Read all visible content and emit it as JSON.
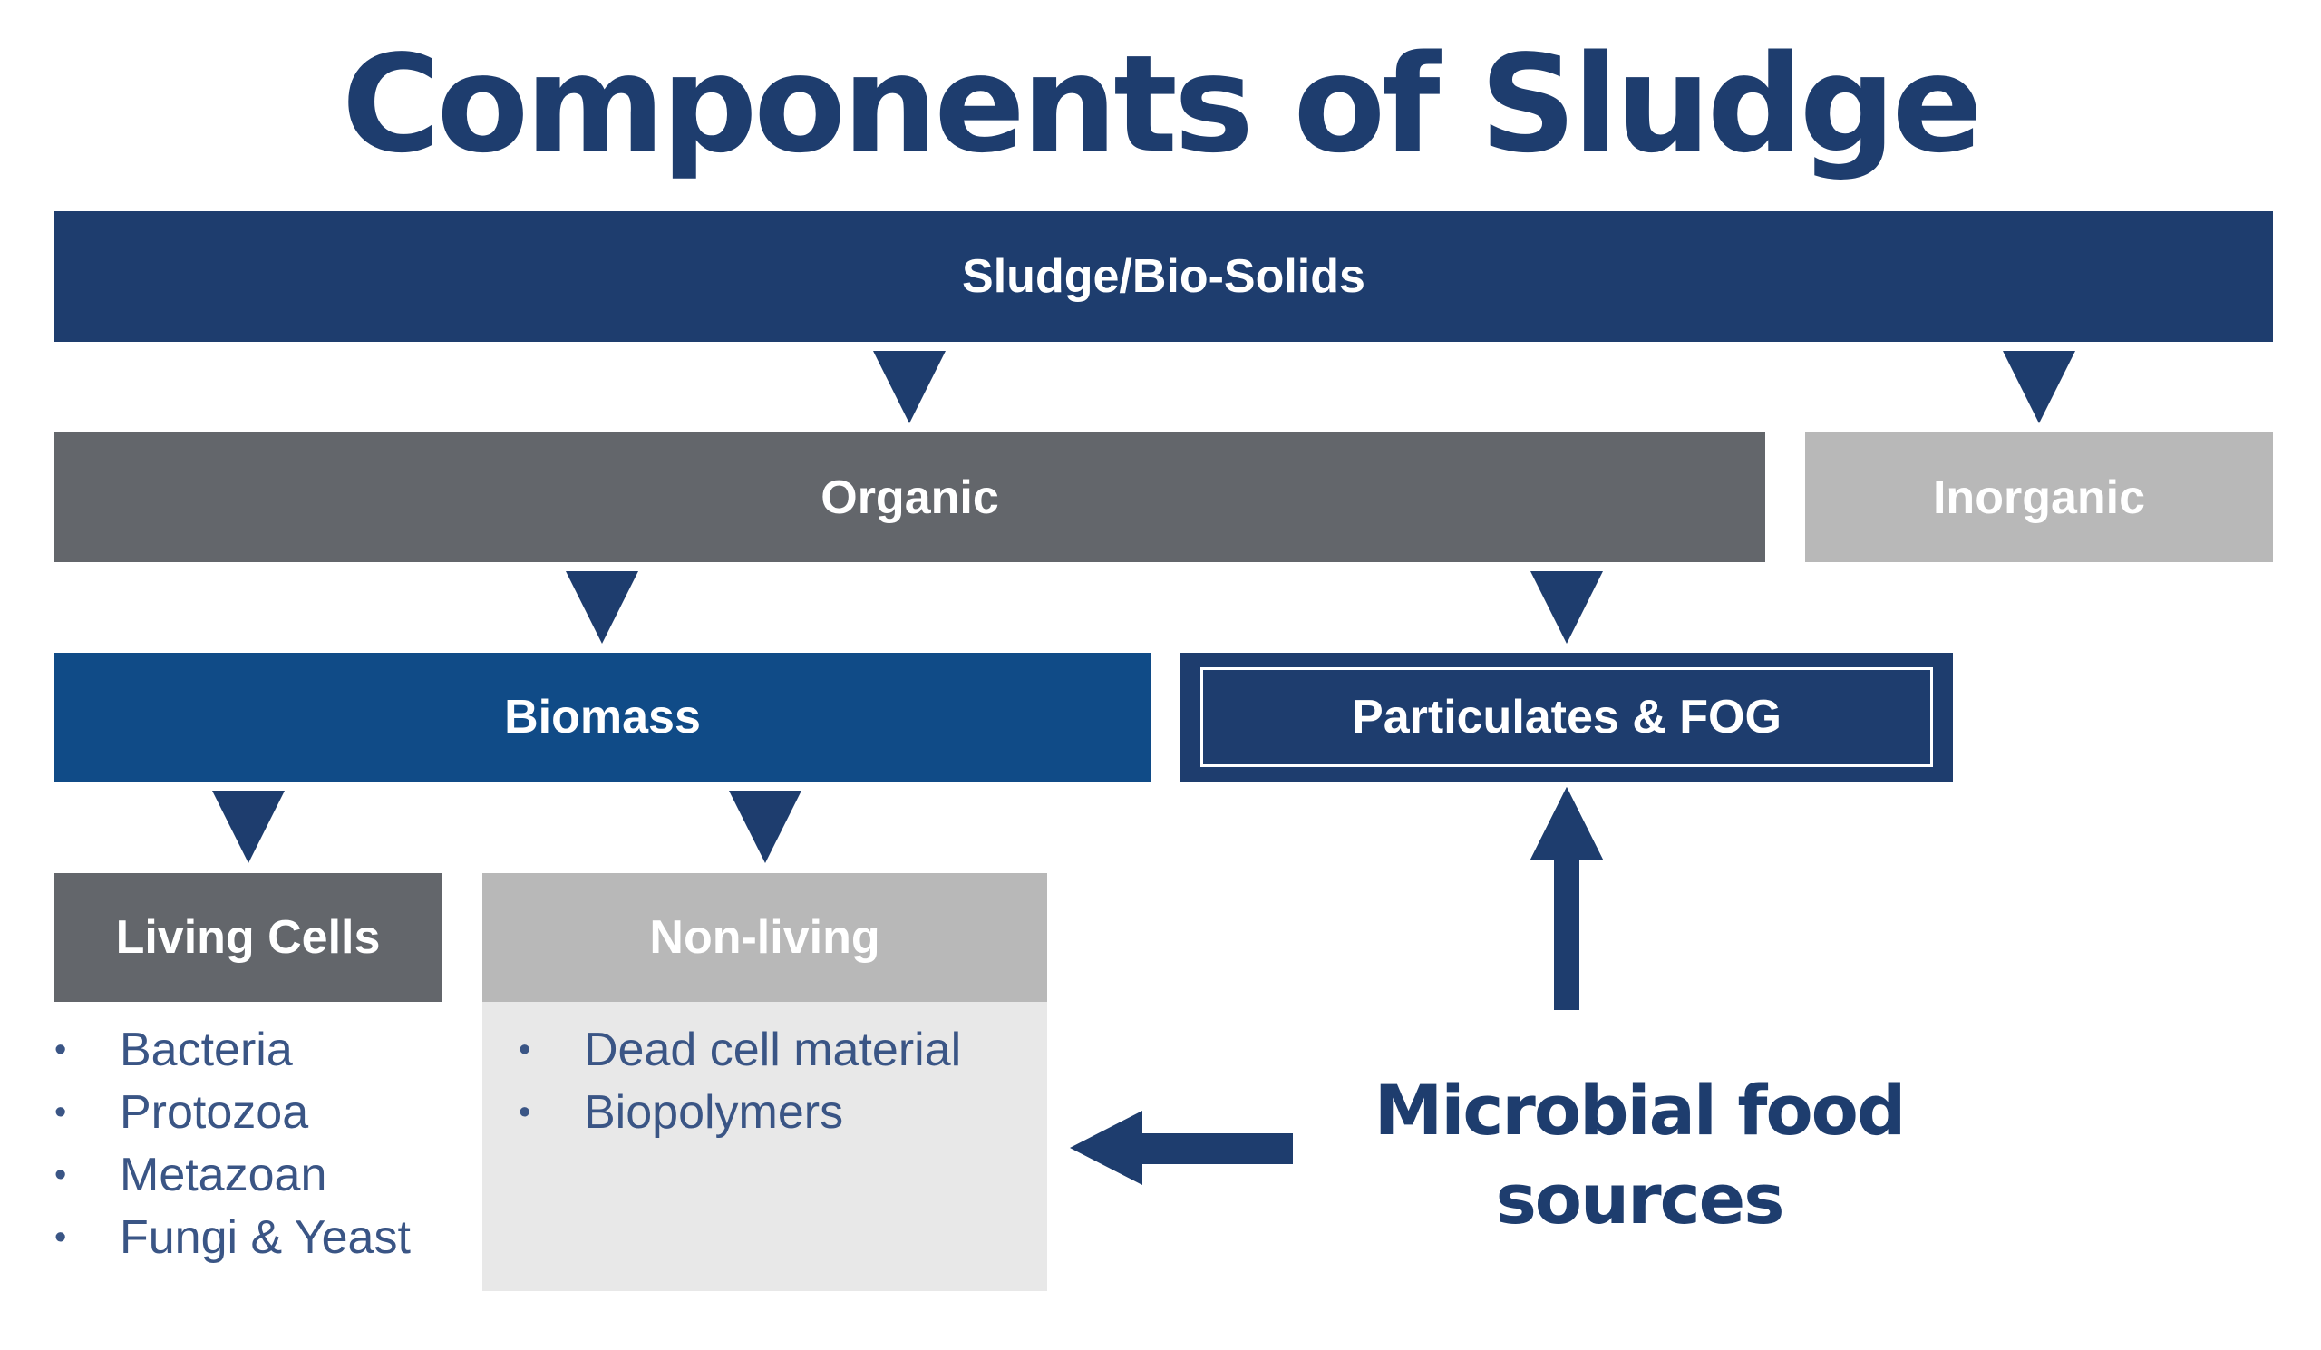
{
  "title": "Components of Sludge",
  "colors": {
    "navy": "#1e3d6e",
    "dark_gray": "#63666b",
    "light_gray": "#b8b8b8",
    "biomass_blue": "#104b87",
    "panel_bg": "#e8e8e8",
    "list_text": "#3a5585"
  },
  "nodes": {
    "sludge": "Sludge/Bio-Solids",
    "organic": "Organic",
    "inorganic": "Inorganic",
    "biomass": "Biomass",
    "particulates": "Particulates & FOG",
    "living": "Living Cells",
    "nonliving": "Non-living"
  },
  "living_items": [
    "Bacteria",
    "Protozoa",
    "Metazoan",
    "Fungi & Yeast"
  ],
  "nonliving_items": [
    "Dead cell material",
    "Biopolymers"
  ],
  "microbial": {
    "line1": "Microbial food",
    "line2": "sources"
  }
}
